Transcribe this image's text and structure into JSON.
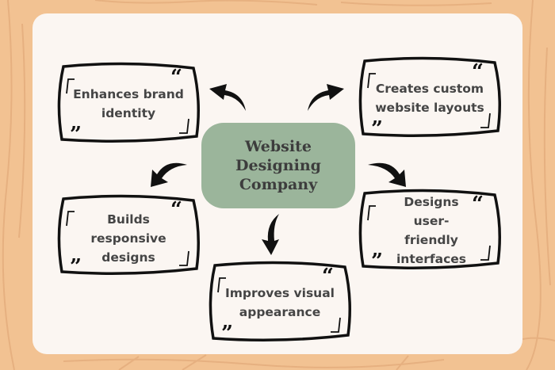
{
  "diagram": {
    "center": {
      "title": "Website Designing Company"
    },
    "nodes": [
      {
        "id": "brand-identity",
        "text": "Enhances brand identity"
      },
      {
        "id": "custom-layouts",
        "text": "Creates custom website layouts"
      },
      {
        "id": "responsive-designs",
        "text": "Builds responsive designs"
      },
      {
        "id": "user-friendly",
        "text": "Designs user-friendly interfaces"
      },
      {
        "id": "visual-appearance",
        "text": "Improves visual appearance"
      }
    ],
    "quote_open": "“",
    "quote_close": "”"
  },
  "colors": {
    "background": "#f2c292",
    "card": "#fbf6f2",
    "center_fill": "#9bb59b",
    "text": "#454545",
    "outline": "#111111"
  }
}
